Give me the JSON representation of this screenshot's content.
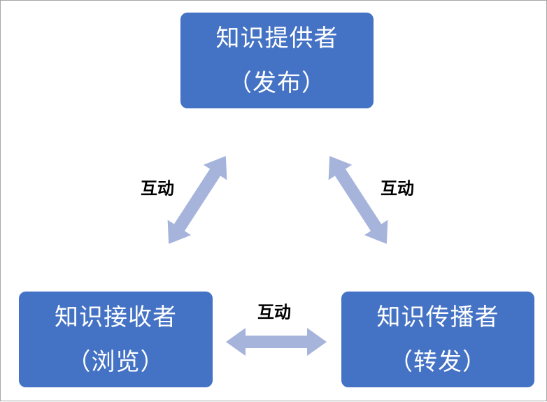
{
  "colors": {
    "box": "#4472C4",
    "box_text": "#FFFFFF",
    "arrow": "#A6B4DC",
    "label": "#000000",
    "border": "#A6A6A6"
  },
  "nodes": {
    "provider": {
      "title": "知识提供者",
      "subtitle": "（发布）"
    },
    "receiver": {
      "title": "知识接收者",
      "subtitle": "（浏览）"
    },
    "spreader": {
      "title": "知识传播者",
      "subtitle": "（转发）"
    }
  },
  "edges": {
    "provider_receiver": {
      "label": "互动",
      "bidirectional": true
    },
    "provider_spreader": {
      "label": "互动",
      "bidirectional": true
    },
    "receiver_spreader": {
      "label": "互动",
      "bidirectional": true
    }
  }
}
